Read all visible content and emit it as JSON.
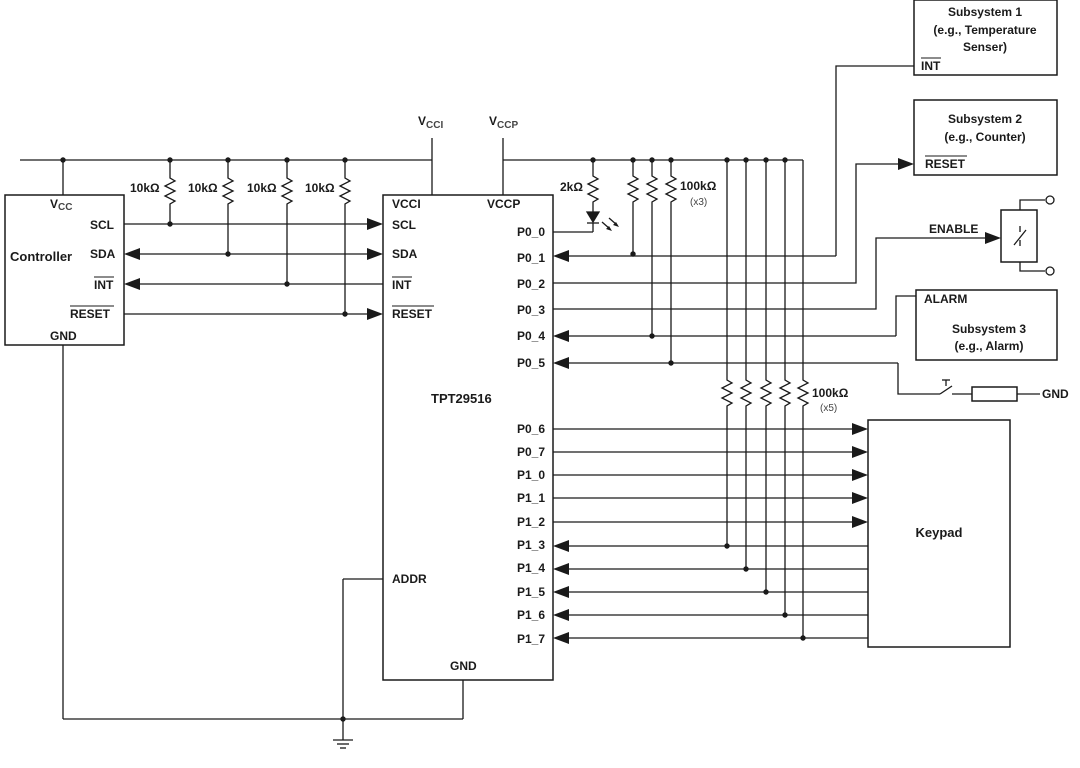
{
  "supply": {
    "vcci": "V",
    "vcci_sub": "CCI",
    "vccp": "V",
    "vccp_sub": "CCP"
  },
  "controller": {
    "vcc": "V",
    "vcc_sub": "CC",
    "name": "Controller",
    "scl": "SCL",
    "sda": "SDA",
    "int": "INT",
    "reset": "RESET",
    "gnd": "GND"
  },
  "resistors": {
    "pullup": "10kΩ",
    "led": "2kΩ",
    "port_pullup": "100kΩ",
    "port_pullup_count": "(x3)",
    "keypad_pullup": "100kΩ",
    "keypad_pullup_count": "(x5)"
  },
  "ic": {
    "name": "TPT29516",
    "vcci": "VCCI",
    "vccp": "VCCP",
    "scl": "SCL",
    "sda": "SDA",
    "int": "INT",
    "reset": "RESET",
    "addr": "ADDR",
    "gnd": "GND",
    "ports": [
      "P0_0",
      "P0_1",
      "P0_2",
      "P0_3",
      "P0_4",
      "P0_5",
      "P0_6",
      "P0_7",
      "P1_0",
      "P1_1",
      "P1_2",
      "P1_3",
      "P1_4",
      "P1_5",
      "P1_6",
      "P1_7"
    ]
  },
  "subsystem1": {
    "l1": "Subsystem 1",
    "l2": "(e.g., Temperature",
    "l3": "Senser)",
    "pin": "INT"
  },
  "subsystem2": {
    "l1": "Subsystem 2",
    "l2": "(e.g., Counter)",
    "pin": "RESET"
  },
  "enable": "ENABLE",
  "subsystem3": {
    "pin": "ALARM",
    "l1": "Subsystem 3",
    "l2": "(e.g., Alarm)"
  },
  "gnd_label": "GND",
  "keypad": "Keypad"
}
